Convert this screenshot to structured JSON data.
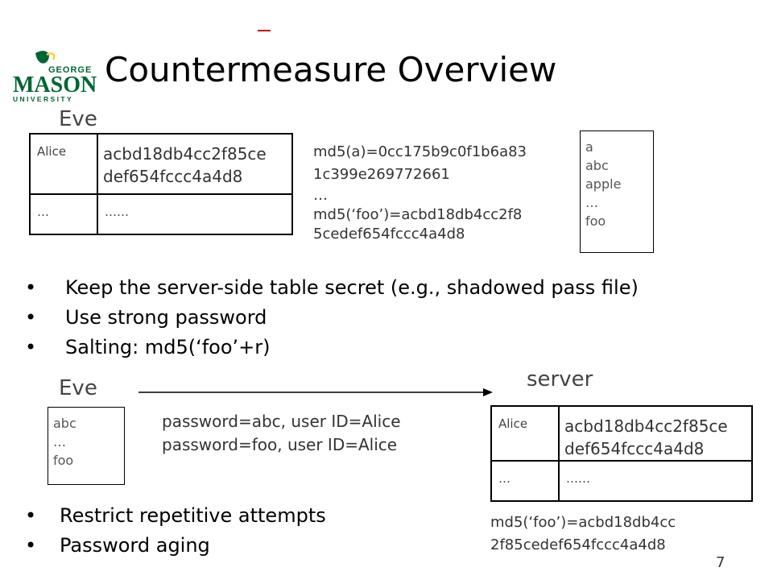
{
  "slide": {
    "title": "Countermeasure Overview",
    "page_number": "7"
  },
  "logo": {
    "line1": "GEORGE",
    "line2": "MASON",
    "line3": "UNIVERSITY",
    "color": "#006633",
    "accent": "#ffcc33"
  },
  "top": {
    "eve_label": "Eve",
    "table": {
      "rows": [
        {
          "user": "Alice",
          "hash_line1": "acbd18db4cc2f85ce",
          "hash_line2": "def654fccc4a4d8"
        },
        {
          "user": "…",
          "hash_line1": "……",
          "hash_line2": ""
        }
      ]
    },
    "md5_lines": [
      "md5(a)=0cc175b9c0f1b6a83",
      "1c399e269772661",
      "…",
      "md5(‘foo’)=acbd18db4cc2f8",
      "5cedef654fccc4a4d8"
    ],
    "dictionary": [
      "a",
      "abc",
      "apple",
      "…",
      "foo"
    ]
  },
  "bullets_main": [
    "Keep the server-side table secret (e.g., shadowed pass file)",
    "Use strong password",
    "Salting: md5(‘foo’+r)"
  ],
  "bottom": {
    "eve_label": "Eve",
    "server_label": "server",
    "dictionary": [
      "abc",
      "…",
      "foo"
    ],
    "attempts": [
      "password=abc, user ID=Alice",
      "password=foo, user ID=Alice"
    ],
    "table": {
      "rows": [
        {
          "user": "Alice",
          "hash_line1": "acbd18db4cc2f85ce",
          "hash_line2": "def654fccc4a4d8"
        },
        {
          "user": "…",
          "hash_line1": "……",
          "hash_line2": ""
        }
      ]
    },
    "md5_lines": [
      "md5(‘foo’)=acbd18db4cc",
      "2f85cedef654fccc4a4d8"
    ]
  },
  "bullets_bottom": [
    "Restrict repetitive attempts",
    "Password aging"
  ]
}
